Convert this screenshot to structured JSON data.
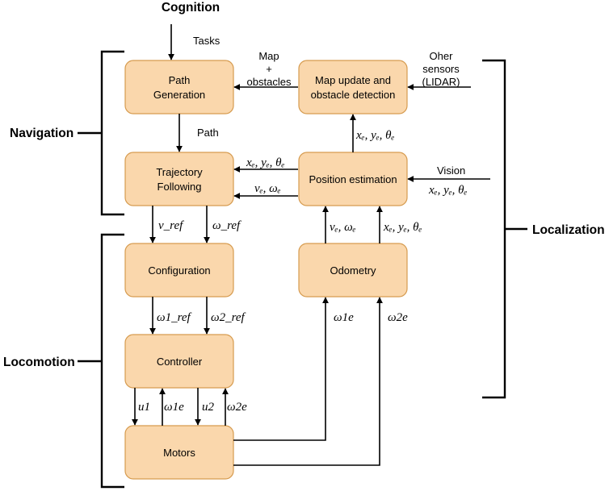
{
  "groups": {
    "cognition": "Cognition",
    "navigation": "Navigation",
    "locomotion": "Locomotion",
    "localization": "Localization"
  },
  "blocks": {
    "path_generation": [
      "Path",
      "Generation"
    ],
    "map_update": [
      "Map update and",
      "obstacle detection"
    ],
    "trajectory_following": [
      "Trajectory",
      "Following"
    ],
    "position_estimation": "Position estimation",
    "configuration": "Configuration",
    "odometry": "Odometry",
    "controller": "Controller",
    "motors": "Motors"
  },
  "signals": {
    "tasks": "Tasks",
    "map_obstacles": [
      "Map",
      "+",
      "obstacles"
    ],
    "other_sensors": [
      "Oher",
      "sensors",
      "(LIDAR)"
    ],
    "path": "Path",
    "vision": "Vision",
    "pose_up": "xₑ, yₑ, θₑ",
    "pose_left": "xₑ, yₑ, θₑ",
    "vel_left": "vₑ, ωₑ",
    "pose_vision": "xₑ, yₑ, θₑ",
    "vel_odom": "vₑ, ωₑ",
    "pose_odom": "xₑ, yₑ, θₑ",
    "v_ref": "v_ref",
    "omega_ref": "ω_ref",
    "omega1_ref": "ω1_ref",
    "omega2_ref": "ω2_ref",
    "omega1e_odom": "ω1e",
    "omega2e_odom": "ω2e",
    "u1": "u1",
    "omega1e_ctrl": "ω1e",
    "u2": "u2",
    "omega2e_ctrl": "ω2e"
  }
}
